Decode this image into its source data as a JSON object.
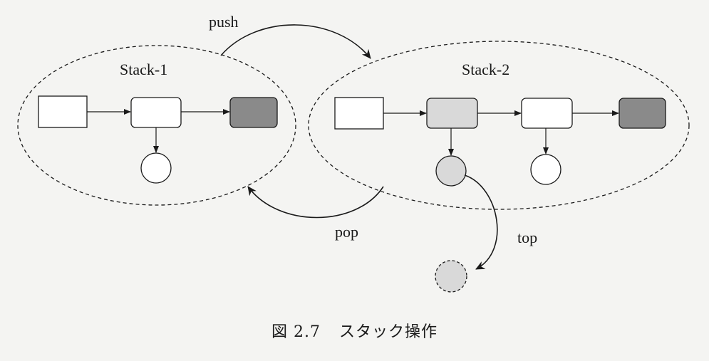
{
  "diagram": {
    "stack1_label": "Stack-1",
    "stack2_label": "Stack-2",
    "push_label": "push",
    "pop_label": "pop",
    "top_label": "top"
  },
  "caption": {
    "number": "図 2.7",
    "text": "スタック操作"
  },
  "colors": {
    "line": "#1a1a1a",
    "light_fill": "#d9d9d9",
    "dark_fill": "#8a8a8a",
    "white_fill": "#ffffff"
  }
}
